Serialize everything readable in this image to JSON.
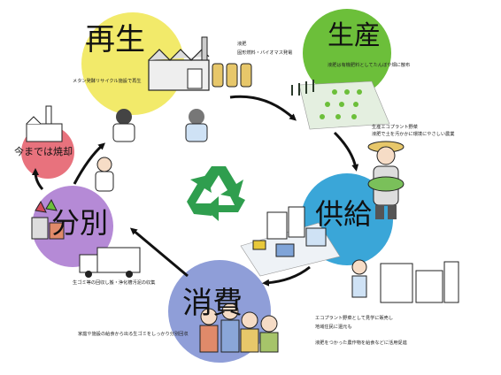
{
  "stages": {
    "saisei": {
      "title": "再生",
      "color": "#f2ea6a"
    },
    "seisan": {
      "title": "生産",
      "color": "#6cbf3a"
    },
    "kyokyu": {
      "title": "供給",
      "color": "#3aa6d8"
    },
    "shohi": {
      "title": "消費",
      "color": "#8f9ed8"
    },
    "bunbetsu": {
      "title": "分別",
      "color": "#b58ad6"
    }
  },
  "past": {
    "title": "今までは焼却",
    "color": "#e8727d"
  },
  "notes": {
    "saisei_top_1": "液肥",
    "saisei_top_2": "固形燃料・バイオマス発電",
    "saisei_left": "メタン発酵リサイクル施設で再生",
    "seisan": "液肥は有機肥料としてたんぼや畑に散布",
    "kyokyu_1": "生産エコプラント野菜",
    "kyokyu_2": "液肥で土を汚かかに環境にやさしい農業",
    "shohi_1": "エコプラント野菜として見学に販売し",
    "shohi_2": "地域住民に還元も",
    "shohi_3": "液肥をつかった農作物を給食などに活用促進",
    "bunbetsu_bottom": "家庭や施設の給食から出る生ゴミをしっかり分別回収",
    "truck": "生ゴミ等の回収し搬・浄化槽汚泥の収集"
  },
  "icons": [
    "factory-icon",
    "recycle-icon",
    "farm-field-icon",
    "farmer-icon",
    "city-icon",
    "truck-icon",
    "trash-bins-icon",
    "family-icon",
    "incinerator-icon"
  ]
}
